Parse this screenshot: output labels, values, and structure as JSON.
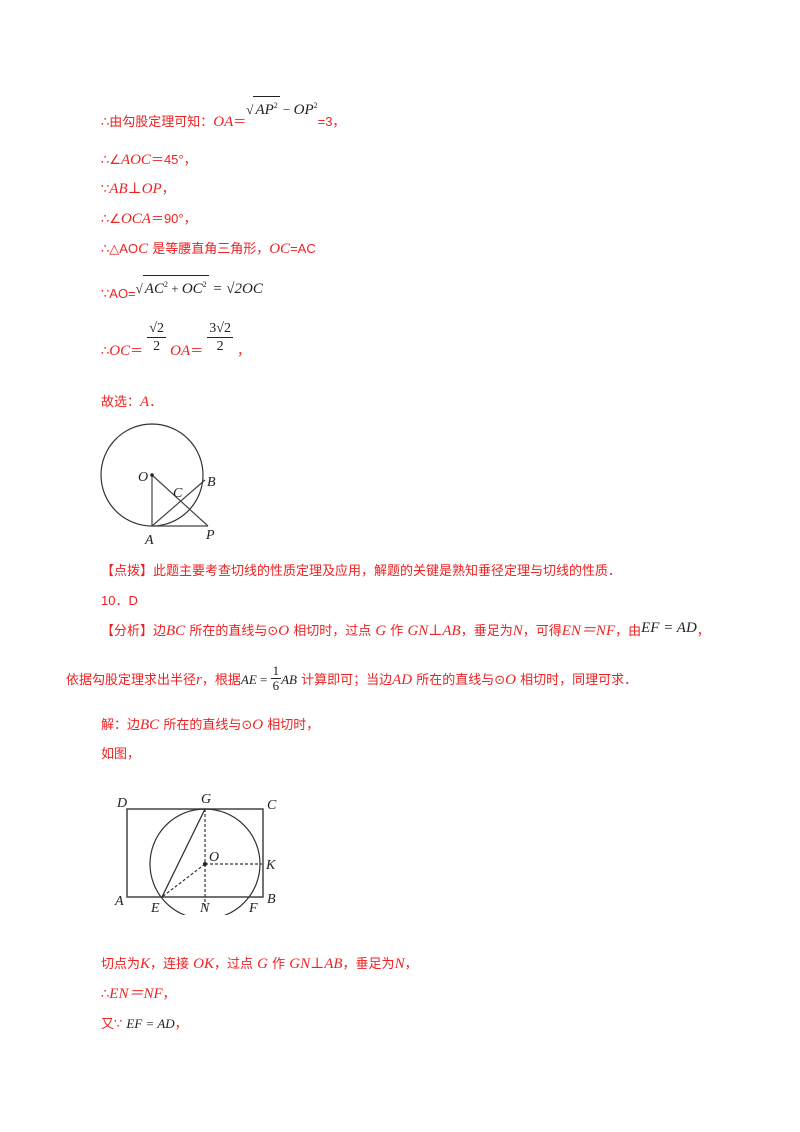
{
  "lines": {
    "l1_prefix": "∴由勾股定理可知：",
    "l1_var": "OA",
    "l1_eq": "＝",
    "l1_sqrt_a": "AP",
    "l1_sqrt_op": " − ",
    "l1_sqrt_b": "OP",
    "l1_exp": "2",
    "l1_suffix": "=3，",
    "l2_prefix": "∴∠",
    "l2_var": "AOC",
    "l2_suffix": "＝45°，",
    "l3_prefix": "∵",
    "l3_var": "AB⊥OP",
    "l3_suffix": "，",
    "l4_prefix": "∴∠",
    "l4_var": "OCA",
    "l4_suffix": "＝90°，",
    "l5_prefix": "∴△AO",
    "l5_var": "C",
    "l5_mid": " 是等腰直角三角形，",
    "l5_var2": "OC",
    "l5_suffix": "=AC",
    "l6_prefix": "∵AO=",
    "l6_sqrt_a": "AC",
    "l6_plus": " + ",
    "l6_sqrt_b": "OC",
    "l6_exp": "2",
    "l6_rhs": " = √2OC",
    "l7_prefix": "∴",
    "l7_var": "OC",
    "l7_eq": "＝",
    "l7_num": "√2",
    "l7_den": "2",
    "l7_var2": "OA",
    "l7_eq2": "＝",
    "l7_num2": "3√2",
    "l7_den2": "2",
    "l7_suffix": "，",
    "l8_prefix": "故选：",
    "l8_var": "A",
    "l8_suffix": "．",
    "l9": "【点拨】此题主要考查切线的性质定理及应用，解题的关键是熟知垂径定理与切线的性质．",
    "l10": "10．D",
    "l11_a": "【分析】边",
    "l11_b": "BC",
    "l11_c": " 所在的直线与⊙",
    "l11_d": "O",
    "l11_e": " 相切时，过点 ",
    "l11_f": "G",
    "l11_g": " 作 ",
    "l11_h": "GN⊥AB",
    "l11_i": "，垂足为",
    "l11_j": "N",
    "l11_k": "，可得",
    "l11_l": "EN＝NF",
    "l11_m": "，由",
    "l11_n": "EF = AD",
    "l11_o": "，",
    "l12_a": "依据勾股定理求出半径",
    "l12_b": "r",
    "l12_c": "，根据",
    "l12_d": "AE",
    "l12_eq": " = ",
    "l12_num": "1",
    "l12_den": "6",
    "l12_e": "AB",
    "l12_f": " 计算即可；当边",
    "l12_g": "AD",
    "l12_h": " 所在的直线与⊙",
    "l12_i": "O",
    "l12_j": " 相切时，同理可求．",
    "l13_a": "解：边",
    "l13_b": "BC",
    "l13_c": " 所在的直线与⊙",
    "l13_d": "O",
    "l13_e": " 相切时，",
    "l14": "如图，",
    "l15_a": "切点为",
    "l15_b": "K",
    "l15_c": "，连接 ",
    "l15_d": "OK",
    "l15_e": "，过点 ",
    "l15_f": "G",
    "l15_g": " 作 ",
    "l15_h": "GN⊥AB",
    "l15_i": "，垂足为",
    "l15_j": "N",
    "l15_k": "，",
    "l16_a": "∴",
    "l16_b": "EN＝NF",
    "l16_c": "，",
    "l17_a": "又∵ ",
    "l17_b": "EF = AD",
    "l17_c": "，"
  },
  "figure1": {
    "labels": {
      "O": "O",
      "A": "A",
      "B": "B",
      "C": "C",
      "P": "P"
    }
  },
  "figure2": {
    "labels": {
      "D": "D",
      "G": "G",
      "C": "C",
      "O": "O",
      "K": "K",
      "A": "A",
      "E": "E",
      "N": "N",
      "F": "F",
      "B": "B"
    }
  },
  "colors": {
    "text": "#ee2222",
    "formula": "#222222"
  }
}
